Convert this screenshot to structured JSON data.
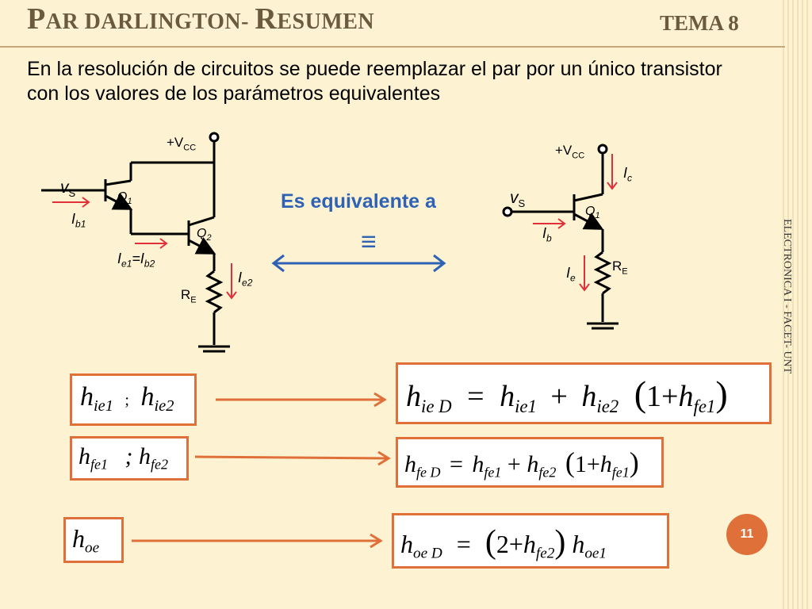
{
  "slide": {
    "title_first": "P",
    "title_rest": "AR DARLINGTON- ",
    "title_second_first": "R",
    "title_second_rest": "ESUMEN",
    "tema": "TEMA 8",
    "intro": "En la resolución de circuitos se  puede reemplazar el par por un único transistor con los valores de los parámetros equivalentes",
    "vertical_caption": "ELECTRONICA I - FACET- UNT",
    "page_number": "11",
    "equivalent_text": "Es equivalente a",
    "equiv_symbol": "≡"
  },
  "circuit_left": {
    "vcc": "+V",
    "vcc_sub": "CC",
    "vs": "v",
    "vs_sub": "S",
    "ib1": "I",
    "ib1_sub": "b1",
    "q1": "Q",
    "q1_sub": "1",
    "q2": "Q",
    "q2_sub": "2",
    "ie1_ib2": "I",
    "ie1_sub": "e1",
    "ie1_eq": "=I",
    "ib2_sub": "b2",
    "ie2": "I",
    "ie2_sub": "e2",
    "re": "R",
    "re_sub": "E"
  },
  "circuit_right": {
    "vcc": "+V",
    "vcc_sub": "CC",
    "ic": "I",
    "ic_sub": "c",
    "vs": "v",
    "vs_sub": "S",
    "q1": "Q",
    "q1_sub": "1",
    "ib": "I",
    "ib_sub": "b",
    "ie": "I",
    "ie_sub": "e",
    "re": "R",
    "re_sub": "E"
  },
  "formulas": {
    "hie_left": {
      "h": "h",
      "s1": "ie1",
      "sep": ";",
      "s2": "ie2"
    },
    "hfe_left": {
      "h": "h",
      "s1": "fe1",
      "sep": "; h",
      "s2": "fe2"
    },
    "hoe_left": {
      "h": "h",
      "s1": "oe"
    },
    "hie_right": {
      "lhs_sub": "ie D",
      "eq": "=",
      "h": "h",
      "s1": "ie1",
      "plus": "+",
      "s2": "ie2",
      "one": "1+",
      "s3": "fe1"
    },
    "hfe_right": {
      "lhs_sub": "fe D",
      "eq": "=",
      "h": "h",
      "s1": "fe1",
      "plus": "+",
      "s2": "fe2",
      "one": "1+",
      "s3": "fe1"
    },
    "hoe_right": {
      "lhs_sub": "oe D",
      "eq": "=",
      "two": "2+",
      "h": "h",
      "s2": "fe2",
      "s3": "oe1"
    }
  },
  "colors": {
    "accent": "#e0703a",
    "title": "#6b5a3e",
    "blue": "#2f62b5",
    "red_arrow": "#e0303a",
    "background": "#fdf3d2"
  }
}
